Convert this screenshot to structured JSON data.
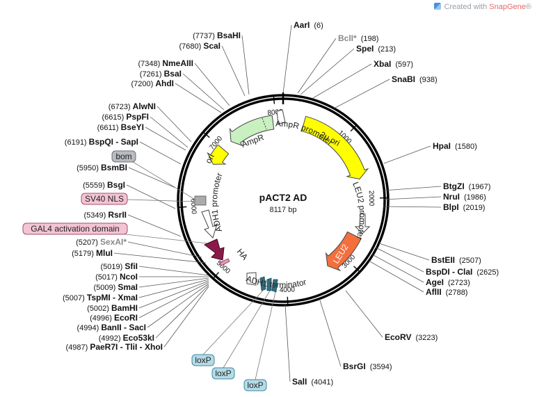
{
  "watermark": {
    "text": "Created with ",
    "brand": "SnapGene",
    "mark": "®"
  },
  "plasmid": {
    "name": "pACT2 AD",
    "size_label": "8117 bp",
    "length": 8117
  },
  "ticks": [
    {
      "label": "1000",
      "pos": 1000
    },
    {
      "label": "2000",
      "pos": 2000
    },
    {
      "label": "3000",
      "pos": 3000
    },
    {
      "label": "4000",
      "pos": 4000
    },
    {
      "label": "5000",
      "pos": 5000
    },
    {
      "label": "6000",
      "pos": 6000
    },
    {
      "label": "7000",
      "pos": 7000
    },
    {
      "label": "8000",
      "pos": 8000
    }
  ],
  "features": [
    {
      "id": "2u-ori",
      "label": "2μ ori",
      "color": "#ffff00",
      "start": 340,
      "end": 1680,
      "dir": "cw",
      "track": "inner"
    },
    {
      "id": "leu2",
      "label": "LEU2",
      "color": "#f36f3d",
      "start": 2620,
      "end": 3290,
      "dir": "cw",
      "track": "inner"
    },
    {
      "id": "ampr",
      "label": "AmpR",
      "color": "#c8f0c0",
      "start": 7180,
      "end": 7950,
      "dir": "ccw",
      "track": "outer2"
    },
    {
      "id": "ori",
      "label": "ori",
      "color": "#ffff00",
      "start": 6700,
      "end": 7000,
      "dir": "ccw",
      "track": "outer2"
    },
    {
      "id": "gal4",
      "label": "",
      "color": "#8b1a4a",
      "start": 5330,
      "end": 5600,
      "dir": "cw",
      "track": "outer2"
    }
  ],
  "feature_texts": {
    "ampr_promoter": "AmpR promoter",
    "adh1_promoter_top": "ADH1 promoter",
    "leu2_promoter": "LEU2 promoter",
    "adh1_terminator": "ADH1 terminator",
    "ha": "HA",
    "ampr": "AmpR",
    "ori": "ori",
    "two_u_ori": "2μ ori",
    "leu2": "LEU2"
  },
  "sites_right": [
    {
      "name": "AarI",
      "pos": "(6)"
    },
    {
      "name": "BclI*",
      "pos": "(198)",
      "gray": true
    },
    {
      "name": "SpeI",
      "pos": "(213)"
    },
    {
      "name": "XbaI",
      "pos": "(597)"
    },
    {
      "name": "SnaBI",
      "pos": "(938)"
    },
    {
      "name": "HpaI",
      "pos": "(1580)"
    },
    {
      "name": "BtgZI",
      "pos": "(1967)"
    },
    {
      "name": "NruI",
      "pos": "(1986)"
    },
    {
      "name": "BlpI",
      "pos": "(2019)"
    },
    {
      "name": "BstEII",
      "pos": "(2507)"
    },
    {
      "name": "BspDI - ClaI",
      "pos": "(2625)"
    },
    {
      "name": "AgeI",
      "pos": "(2723)"
    },
    {
      "name": "AflII",
      "pos": "(2788)"
    },
    {
      "name": "EcoRV",
      "pos": "(3223)"
    },
    {
      "name": "BsrGI",
      "pos": "(3594)"
    },
    {
      "name": "SalI",
      "pos": "(4041)"
    }
  ],
  "sites_left": [
    {
      "name": "BsaHI",
      "pos": "(7737)"
    },
    {
      "name": "ScaI",
      "pos": "(7680)"
    },
    {
      "name": "NmeAIII",
      "pos": "(7348)"
    },
    {
      "name": "BsaI",
      "pos": "(7261)"
    },
    {
      "name": "AhdI",
      "pos": "(7200)"
    },
    {
      "name": "AlwNI",
      "pos": "(6723)"
    },
    {
      "name": "PspFI",
      "pos": "(6615)"
    },
    {
      "name": "BseYI",
      "pos": "(6611)"
    },
    {
      "name": "BspQI - SapI",
      "pos": "(6191)"
    },
    {
      "name": "BsmBI",
      "pos": "(5950)"
    },
    {
      "name": "BsgI",
      "pos": "(5559)"
    },
    {
      "name": "RsrII",
      "pos": "(5349)"
    },
    {
      "name": "SexAI*",
      "pos": "(5207)",
      "gray": true
    },
    {
      "name": "MluI",
      "pos": "(5179)"
    },
    {
      "name": "SfiI",
      "pos": "(5019)"
    },
    {
      "name": "NcoI",
      "pos": "(5017)"
    },
    {
      "name": "SmaI",
      "pos": "(5009)"
    },
    {
      "name": "TspMI - XmaI",
      "pos": "(5007)"
    },
    {
      "name": "BamHI",
      "pos": "(5002)"
    },
    {
      "name": "EcoRI",
      "pos": "(4996)"
    },
    {
      "name": "BanII - SacI",
      "pos": "(4994)"
    },
    {
      "name": "Eco53kI",
      "pos": "(4992)"
    },
    {
      "name": "PaeR7I - TliI - XhoI",
      "pos": "(4987)"
    }
  ],
  "boxed_labels": [
    {
      "text": "bom",
      "fill": "#b8bcc0",
      "stroke": "#6b6f73"
    },
    {
      "text": "SV40 NLS",
      "fill": "#f2c4d4",
      "stroke": "#a0506a"
    },
    {
      "text": "GAL4 activation domain",
      "fill": "#f2c4d4",
      "stroke": "#a0506a"
    },
    {
      "text": "loxP",
      "fill": "#b5dbe6",
      "stroke": "#3f8aa0"
    },
    {
      "text": "loxP",
      "fill": "#b5dbe6",
      "stroke": "#3f8aa0"
    },
    {
      "text": "loxP",
      "fill": "#b5dbe6",
      "stroke": "#3f8aa0"
    }
  ]
}
